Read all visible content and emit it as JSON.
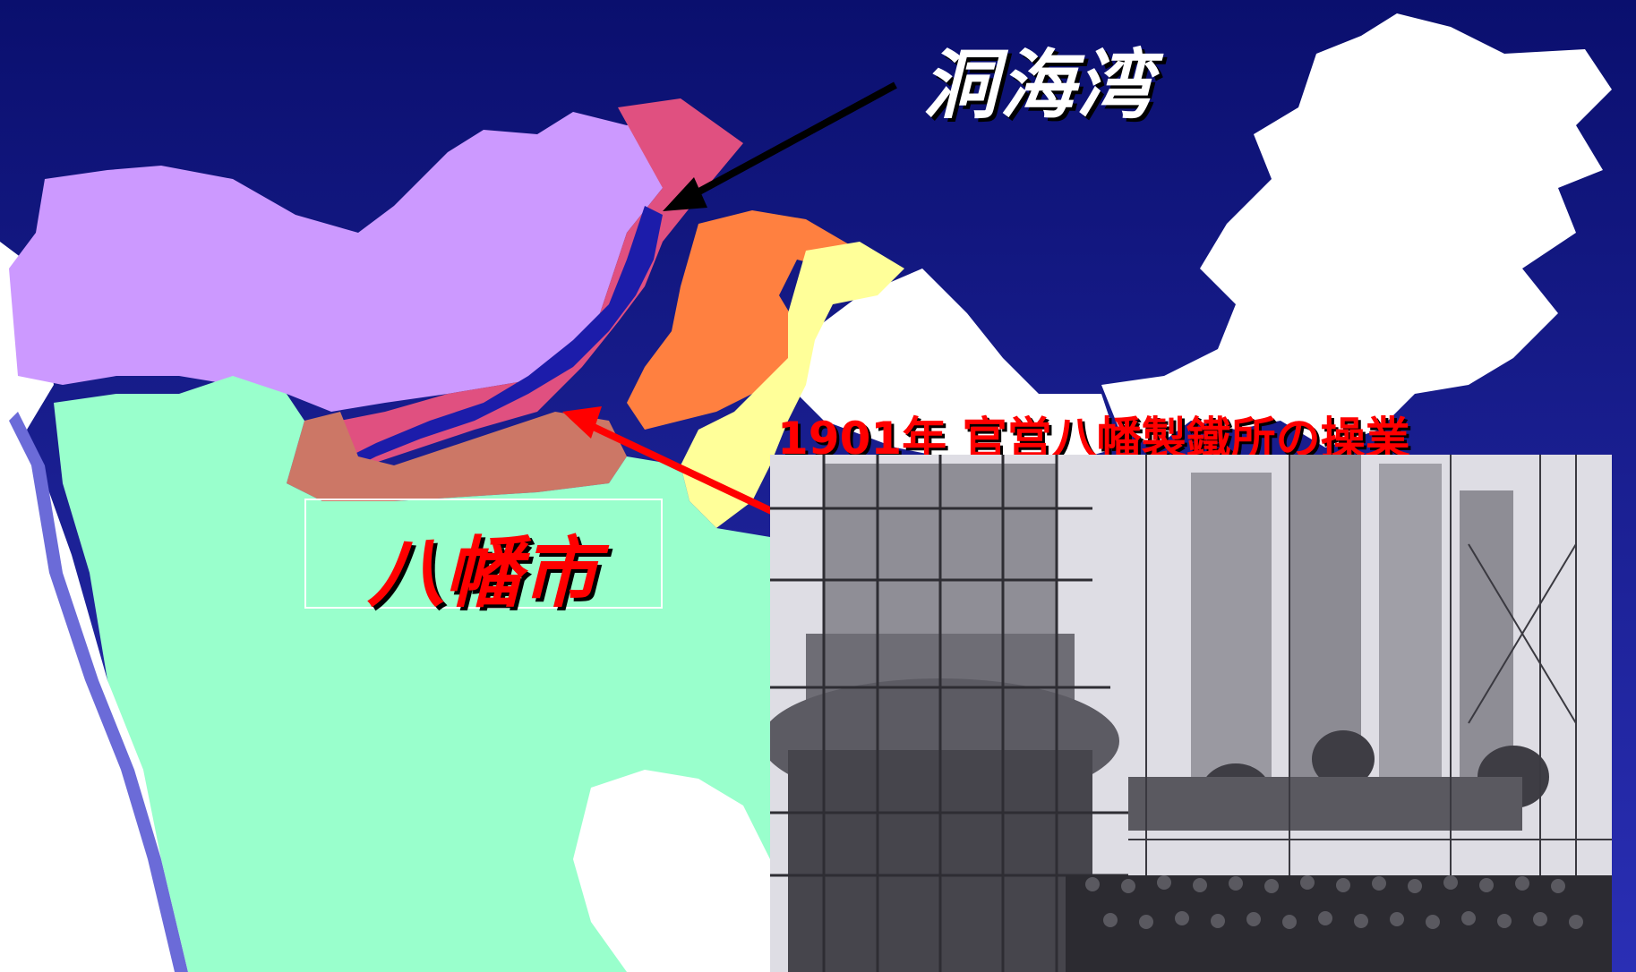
{
  "labels": {
    "bay": "洞海湾",
    "city": "八幡市"
  },
  "photo": {
    "caption": "1901年  官営八幡製鐵所の操業"
  },
  "colors": {
    "sea_top": "#0a0f6e",
    "sea_bottom": "#2a2fb5",
    "region_purple": "#cc99ff",
    "region_pink": "#e05080",
    "region_orange": "#ff8040",
    "region_yellow": "#ffff99",
    "region_brown": "#cc7766",
    "region_green": "#99ffcc",
    "land_white": "#ffffff",
    "arrow_bay": "#000000",
    "arrow_city": "#ff0000"
  },
  "icons": {
    "bay_pointer": "arrow-icon",
    "city_pointer": "arrow-icon"
  }
}
